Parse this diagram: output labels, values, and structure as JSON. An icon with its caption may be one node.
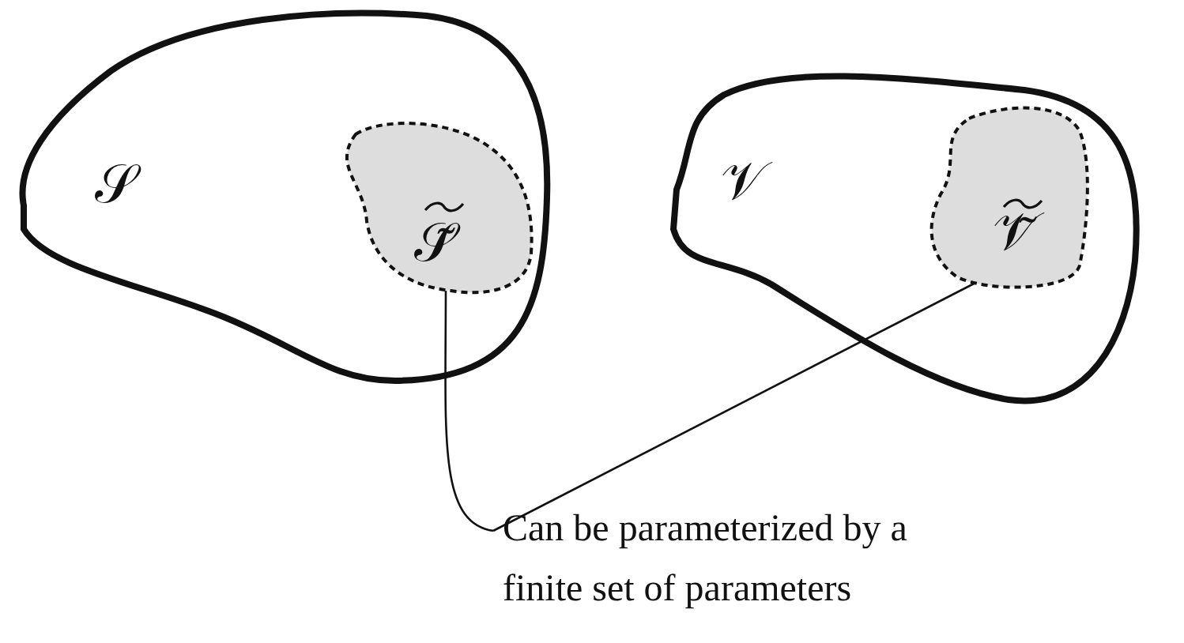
{
  "diagram": {
    "nodes": [
      {
        "text": [
          "𝒮"
        ]
      },
      {
        "text": [
          "𝒮̃"
        ],
        "in": 0
      },
      {
        "text": [
          "𝒱"
        ]
      },
      {
        "text": [
          "𝒱̃"
        ],
        "in": 2
      },
      {
        "text": [
          "Can be parameterized by a finite set of parameters"
        ]
      }
    ],
    "edges": [
      {
        "from": 4,
        "to": 1,
        "arrow": "none"
      },
      {
        "from": 4,
        "to": 3,
        "arrow": "none"
      }
    ]
  }
}
